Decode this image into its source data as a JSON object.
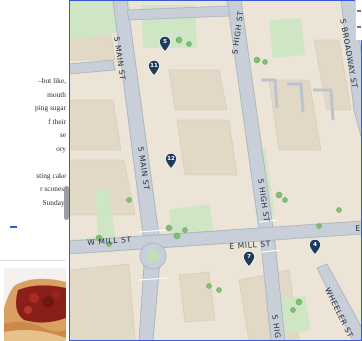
{
  "article": {
    "lines": [
      "–but like,",
      "mouth",
      "ping sugar",
      "f their",
      "se",
      "ory",
      "",
      "sting cake",
      "r scones.",
      "Sunday."
    ]
  },
  "map": {
    "streets": {
      "main_1": "S MAIN ST",
      "main_2": "S MAIN ST",
      "high_1": "S HIGH ST",
      "high_2": "S HIGH ST",
      "high_3": "S HIG",
      "broadway": "S BROADWAY ST",
      "mill_w": "W MILL ST",
      "mill_e": "E MILL ST",
      "e_edge": "E",
      "wheeler": "WHEELER ST"
    },
    "pins": [
      {
        "number": "5"
      },
      {
        "number": "11"
      },
      {
        "number": "12"
      },
      {
        "number": "7"
      },
      {
        "number": "4"
      }
    ],
    "colors": {
      "pin": "#1f3b5c",
      "road": "#c9cfd9",
      "road_edge": "#a9b1bf",
      "park": "#cfe6c4",
      "block": "#ece4d6"
    }
  }
}
